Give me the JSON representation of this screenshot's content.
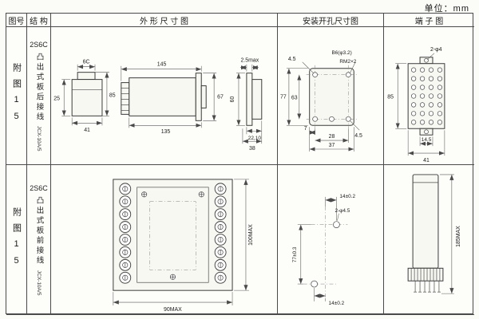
{
  "unit_label": "单位：mm",
  "headers": {
    "fig_no": "图号",
    "structure": "结 构",
    "outline": "外 形 尺 寸 图",
    "mounting": "安装开孔尺寸图",
    "terminal": "端 子 图"
  },
  "row1": {
    "fig_no": "附图15",
    "model_top": "2S6C",
    "structure_vertical": "凸出式板后接线",
    "model_side": "JCX-10A/5",
    "outline": {
      "tab_width": "6C",
      "depth_upper": "25",
      "height": "85",
      "depth": "41",
      "width_overall": "145",
      "width_body": "135",
      "flange_height": "67",
      "flange_thickness": "2.5max",
      "flange_width": "60",
      "d22_10": "22,10",
      "d38": "38"
    },
    "mounting": {
      "corner_offset": "4.5",
      "hole_spec": "B6(φ3.2)",
      "thread_spec": "RM2×2",
      "height_overall": "77",
      "height_holes": "63",
      "edge_offset": "7",
      "width_holes": "28",
      "width_overall": "37",
      "corner_offset_r": "4.5"
    },
    "terminal": {
      "hole_spec": "2-φ4",
      "height": "85",
      "width_inner": "14.5",
      "width": "41"
    }
  },
  "row2": {
    "fig_no": "附图15",
    "model_top": "2S6C",
    "structure_vertical": "凸出式板前接线",
    "model_side": "JCX-10A/5",
    "outline": {
      "height": "100MAX",
      "width": "90MAX"
    },
    "mounting": {
      "offset_top": "14±0.2",
      "hole_spec": "2-φ4.5",
      "spacing": "77±0.3",
      "offset_bottom": "14±0.2"
    },
    "terminal": {
      "height": "185MAX"
    }
  }
}
